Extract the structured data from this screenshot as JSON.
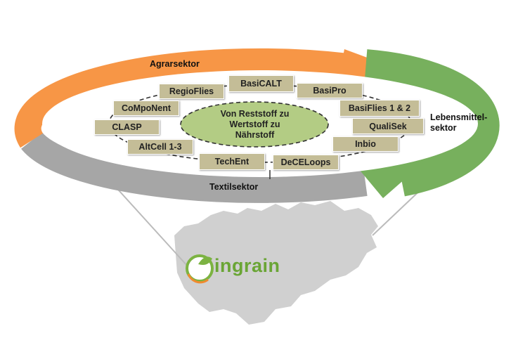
{
  "sectors": {
    "agrar": "Agrarsektor",
    "lebensmittel_1": "Lebensmittel-",
    "lebensmittel_2": "sektor",
    "textil": "Textilsektor"
  },
  "center": {
    "line1": "Von Reststoff zu",
    "line2": "Wertstoff zu",
    "line3": "Nährstoff"
  },
  "projects": [
    "RegioFlies",
    "BasiCALT",
    "BasiPro",
    "CoMpoNent",
    "BasiFlies 1 & 2",
    "CLASP",
    "QualiSek",
    "AltCell 1-3",
    "Inbio",
    "TechEnt",
    "DeCELoops"
  ],
  "logo": "ingrain",
  "colors": {
    "agrar": "#f79646",
    "lebensmittel": "#77b05d",
    "textil": "#a6a6a6",
    "center": "#b3cc84",
    "box": "#c4bd97",
    "logo": "#6aa535"
  }
}
